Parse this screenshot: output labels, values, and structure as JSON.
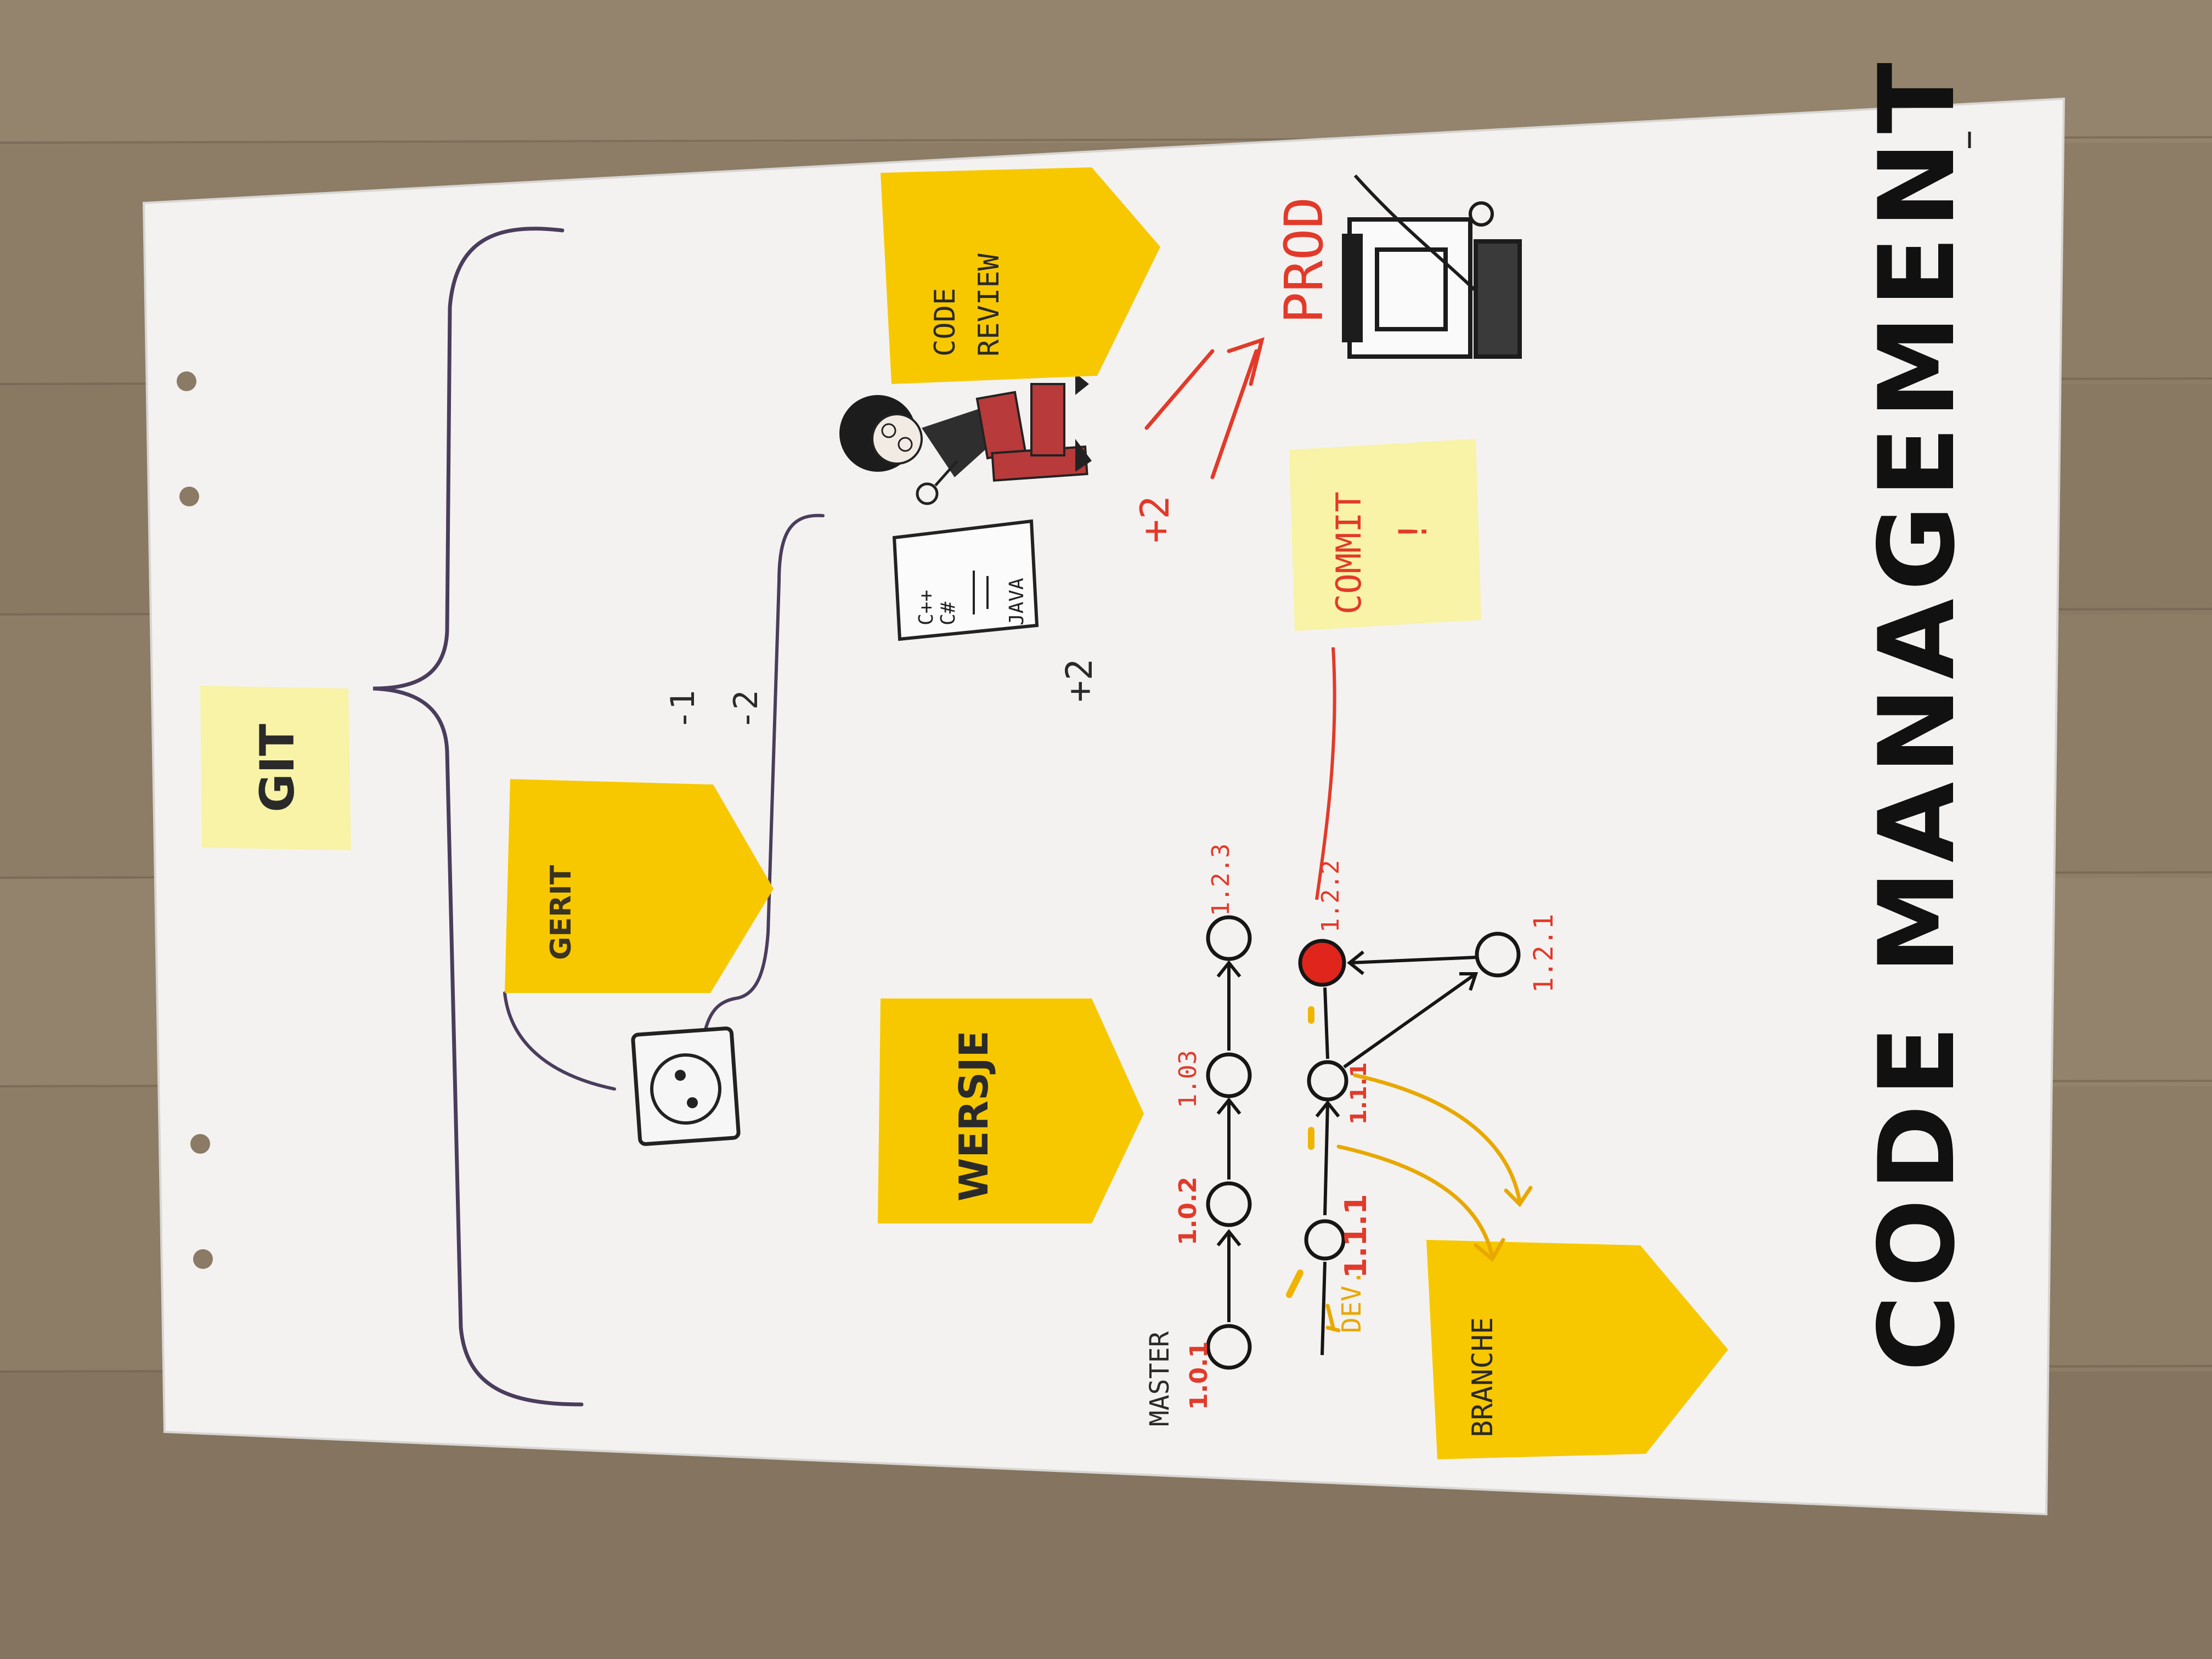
{
  "title": "CODE MANAGEMENT",
  "sticky_notes": {
    "git": "GIT",
    "gerrit": "GERIT",
    "wersje": "WERSJE",
    "branche": "BRANCHE",
    "code_review_line1": "CODE",
    "code_review_line2": "REVIEW",
    "commit": "COMMIT"
  },
  "votes": {
    "minus1": "-1",
    "minus2": "-2",
    "plus2": "+2",
    "plus2_red": "+2"
  },
  "deploy_target": "PROD",
  "document": {
    "line1": "C++",
    "line2": "C#",
    "line3": "JAVA"
  },
  "branches": {
    "master": "MASTER",
    "dev": "DEV.",
    "master_versions": [
      "1.0.1",
      "1.0.2",
      "1.03"
    ],
    "dev_versions": [
      "1.1.1",
      "1.1.1"
    ],
    "feature_versions": [
      "1.2.1",
      "1.2.2",
      "1.2.3"
    ]
  },
  "commit_mark": "!",
  "colors": {
    "paper": "#f4f2f0",
    "sticky_orange": "#f7c800",
    "sticky_pale": "#f8f3a6",
    "ink_red": "#e23a2a",
    "ink_black": "#161616",
    "ink_purple": "#4a3d5c",
    "wood": "#8f7f68"
  }
}
